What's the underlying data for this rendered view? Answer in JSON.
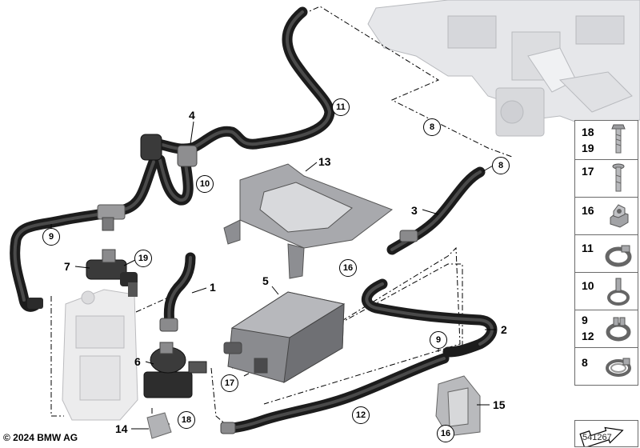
{
  "callouts": {
    "c1": "1",
    "c2": "2",
    "c3": "3",
    "c4": "4",
    "c5": "5",
    "c6": "6",
    "c7": "7",
    "c13": "13",
    "c14": "14",
    "c15": "15"
  },
  "circled": {
    "k8a": "8",
    "k8b": "8",
    "k9a": "9",
    "k9b": "9",
    "k10": "10",
    "k11": "11",
    "k12": "12",
    "k16a": "16",
    "k16b": "16",
    "k17": "17",
    "k18": "18",
    "k19": "19"
  },
  "legend": {
    "rows": [
      {
        "nums": [
          "18",
          "19"
        ],
        "icon": "hex-bolt-icon"
      },
      {
        "nums": [
          "17"
        ],
        "icon": "bolt-icon"
      },
      {
        "nums": [
          "16"
        ],
        "icon": "hex-nut-icon"
      },
      {
        "nums": [
          "11"
        ],
        "icon": "hose-clamp-icon"
      },
      {
        "nums": [
          "10"
        ],
        "icon": "clip-clamp-icon"
      },
      {
        "nums": [
          "9",
          "12"
        ],
        "icon": "spring-clamp-icon"
      },
      {
        "nums": [
          "8"
        ],
        "icon": "worm-clamp-icon"
      }
    ]
  },
  "footer": {
    "copyright": "© 2024 BMW AG",
    "drawing_id": "541267"
  }
}
